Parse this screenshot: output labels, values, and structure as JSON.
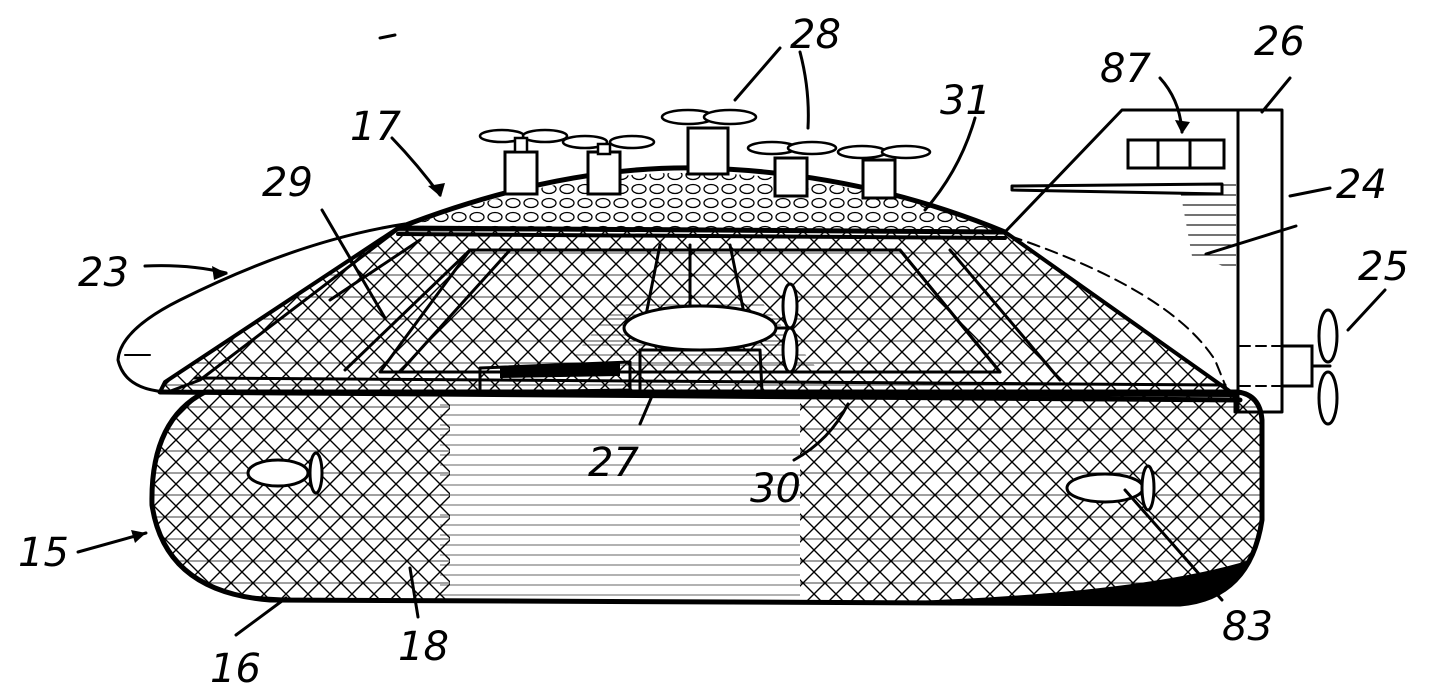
{
  "labels": {
    "l15": "15",
    "l16": "16",
    "l17": "17",
    "l18": "18",
    "l23": "23",
    "l24": "24",
    "l25": "25",
    "l26": "26",
    "l27": "27",
    "l28": "28",
    "l29": "29",
    "l30": "30",
    "l31": "31",
    "l83": "83",
    "l87": "87"
  }
}
